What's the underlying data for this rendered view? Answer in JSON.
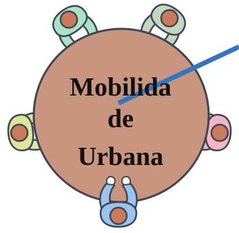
{
  "table": {
    "label_lines": [
      "Mobilida",
      "de",
      "Urbana"
    ]
  },
  "colors": {
    "table_fill": "#C9957E",
    "outline": "#3D4753",
    "skin": "#CC7A5C",
    "pointer": "#2F77C4",
    "person_green": "#A9E2C7",
    "person_sage": "#C4D6BF",
    "person_yellow": "#DDE59A",
    "person_pink": "#F4B6C6",
    "person_blue": "#9AC3EF"
  },
  "icons": [
    "person-top-left-icon",
    "person-top-right-icon",
    "person-left-icon",
    "person-right-icon",
    "person-bottom-icon",
    "pointer-stick-icon"
  ]
}
